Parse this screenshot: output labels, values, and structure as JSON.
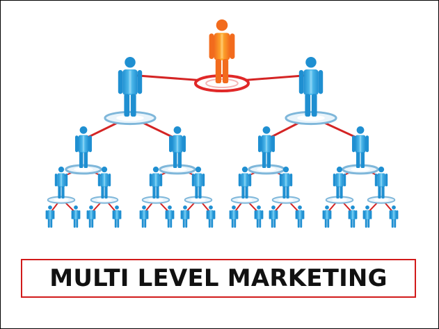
{
  "caption": "MULTI LEVEL MARKETING",
  "colors": {
    "top_person": "#f26b1d",
    "top_person_light": "#ffb02e",
    "member": "#1f8fd1",
    "member_light": "#5cc4f2",
    "connector": "#d42424",
    "top_base_ring": "#e02828",
    "member_base_ring": "#7fb7da",
    "caption_border": "#d11a1a"
  },
  "icons": [
    "person-icon"
  ],
  "tree": {
    "root": "top-distributor",
    "children_per_node": 2,
    "levels": 5
  }
}
